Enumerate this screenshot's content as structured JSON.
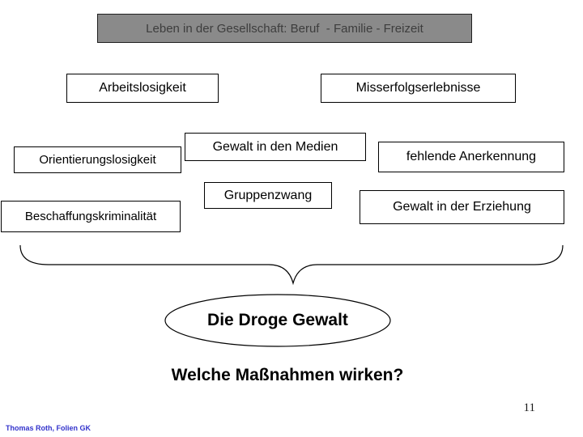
{
  "slide": {
    "title_bar": {
      "label": "Leben in der Gesellschaft: Beruf  - Familie - Freizeit"
    },
    "cause_boxes": [
      {
        "id": "arbeitslosigkeit",
        "label": "Arbeitslosigkeit"
      },
      {
        "id": "misserfolgserlebnisse",
        "label": "Misserfolgserlebnisse"
      },
      {
        "id": "orientierungslosigkeit",
        "label": "Orientierungslosigkeit"
      },
      {
        "id": "gewalt-in-den-medien",
        "label": "Gewalt in den Medien"
      },
      {
        "id": "fehlende-anerkennung",
        "label": "fehlende Anerkennung"
      },
      {
        "id": "gruppenzwang",
        "label": "Gruppenzwang"
      },
      {
        "id": "beschaffungskriminalitaet",
        "label": "Beschaffungskriminalität"
      },
      {
        "id": "gewalt-in-der-erziehung",
        "label": "Gewalt in der Erziehung"
      }
    ],
    "result_ellipse": {
      "label": "Die Droge Gewalt"
    },
    "question": "Welche Maßnahmen wirken?",
    "page_number": "11",
    "footer": "Thomas Roth, Folien GK"
  },
  "colors": {
    "title_fill": "#8a8a8a",
    "title_text": "#3d3d3d",
    "box_fill": "#ffffff",
    "box_border": "#000000",
    "footer_text": "#3333cc",
    "background": "#ffffff"
  }
}
